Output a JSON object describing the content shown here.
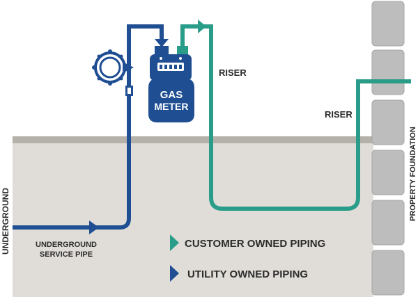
{
  "labels": {
    "meter_line1": "GAS",
    "meter_line2": "METER",
    "riser_upper": "RISER",
    "riser_lower": "RISER",
    "underground": "UNDERGROUND",
    "service_pipe_line1": "UNDERGROUND",
    "service_pipe_line2": "SERVICE PIPE",
    "property_foundation": "PROPERTY FOUNDATION"
  },
  "legend": {
    "customer": "CUSTOMER OWNED PIPING",
    "utility": "UTILITY OWNED PIPING"
  },
  "colors": {
    "utility_pipe": "#1f4e93",
    "customer_pipe": "#2a9d8a",
    "ground_fill": "#e0ddd8",
    "ground_line": "#b4b0aa",
    "foundation_block": "#bdbdbd",
    "text": "#2b2b2b"
  }
}
